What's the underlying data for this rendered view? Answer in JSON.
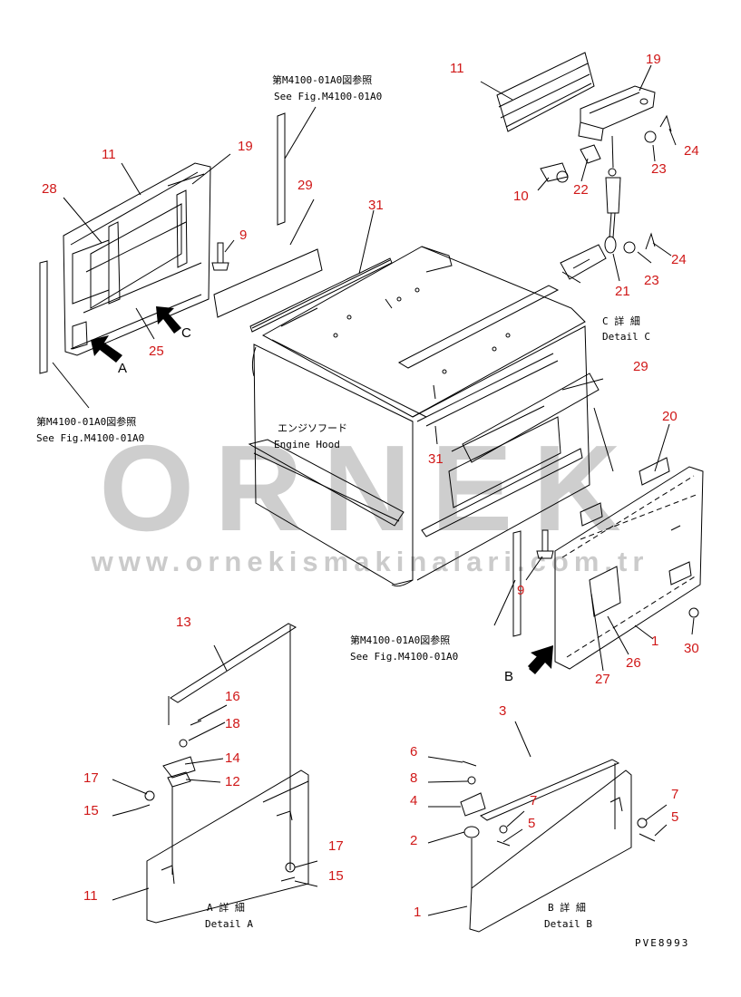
{
  "watermark": {
    "brand": "ORNEK",
    "url": "www.ornekismakinalari.com.tr",
    "color": "#b8b8b8"
  },
  "colors": {
    "line": "#000000",
    "callout_number": "#d01818",
    "arrow_fill": "#000000"
  },
  "references": [
    {
      "jp": "第M4100-01A0図参照",
      "en": "See Fig.M4100-01A0"
    },
    {
      "jp": "第M4100-01A0図参照",
      "en": "See Fig.M4100-01A0"
    },
    {
      "jp": "第M4100-01A0図参照",
      "en": "See Fig.M4100-01A0"
    }
  ],
  "main_title": {
    "jp": "エンジソフード",
    "en": "Engine Hood"
  },
  "view_markers": {
    "a": "A",
    "b": "B",
    "c": "C"
  },
  "details": {
    "a": {
      "jp": "A 詳 細",
      "en": "Detail A"
    },
    "b": {
      "jp": "B 詳 細",
      "en": "Detail B"
    },
    "c": {
      "jp": "C 詳 細",
      "en": "Detail C"
    }
  },
  "drawing_code": "PVE8993",
  "callouts": {
    "c11": "11",
    "c19": "19",
    "c10": "10",
    "c22": "22",
    "c23a": "23",
    "c24a": "24",
    "c24b": "24",
    "c23b": "23",
    "c21": "21",
    "l11": "11",
    "l19": "19",
    "l28": "28",
    "l9": "9",
    "l25": "25",
    "m29a": "29",
    "m31a": "31",
    "m29b": "29",
    "m31b": "31",
    "r20": "20",
    "r9": "9",
    "r1": "1",
    "r30": "30",
    "r27": "27",
    "r26": "26",
    "a13": "13",
    "a16": "16",
    "a18": "18",
    "a14": "14",
    "a12": "12",
    "a17a": "17",
    "a15a": "15",
    "a17b": "17",
    "a15b": "15",
    "a11": "11",
    "b3": "3",
    "b6": "6",
    "b8": "8",
    "b4": "4",
    "b7a": "7",
    "b5a": "5",
    "b2": "2",
    "b7b": "7",
    "b5b": "5",
    "b1": "1"
  }
}
